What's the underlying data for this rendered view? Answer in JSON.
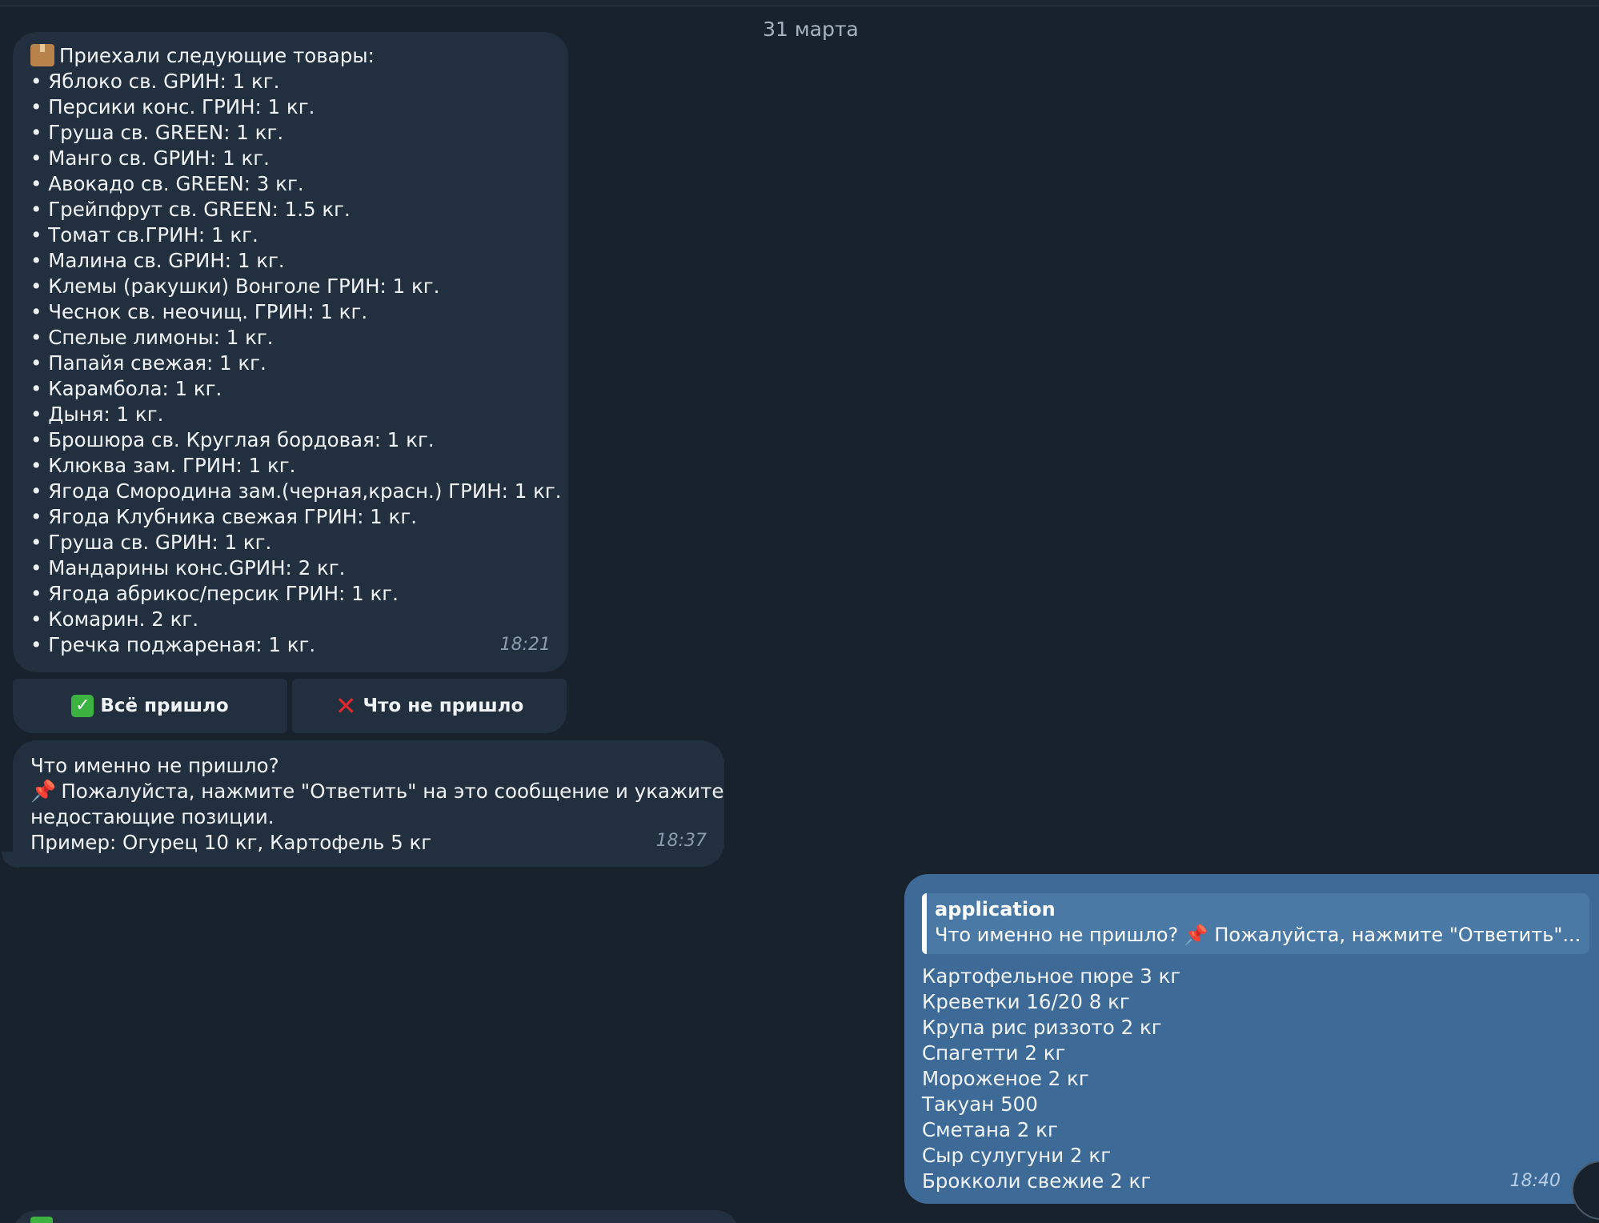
{
  "date_separator": "31 марта",
  "message_1": {
    "header": "Приехали следующие товары:",
    "header_icon": "package-icon",
    "items": [
      "• Яблоко св. GРИН: 1 кг.",
      "• Персики конс. ГРИН: 1 кг.",
      "• Груша св. GREEN: 1 кг.",
      "• Манго св. GРИН: 1 кг.",
      "• Авокадо св. GREEN: 3 кг.",
      "• Грейпфрут св. GREEN: 1.5 кг.",
      "• Томат св.ГРИН: 1 кг.",
      "• Малина св. GРИН: 1 кг.",
      "• Клемы (ракушки) Вонголе ГРИН: 1 кг.",
      "• Чеснок св. неочищ. ГРИН: 1 кг.",
      "• Спелые лимоны: 1 кг.",
      "• Папайя свежая: 1 кг.",
      "• Карамбола: 1 кг.",
      "• Дыня: 1 кг.",
      "• Брошюра св. Круглая бордовая: 1 кг.",
      "• Клюква зам. ГРИН: 1 кг.",
      "• Ягода Смородина зам.(черная,красн.) ГРИН: 1 кг.",
      "• Ягода Клубника свежая ГРИН: 1 кг.",
      "• Груша св. GРИН: 1 кг.",
      "• Мандарины конс.GРИН: 2 кг.",
      "• Ягода абрикос/персик ГРИН: 1 кг.",
      "• Комарин. 2 кг.",
      "• Гречка поджареная: 1 кг."
    ],
    "time": "18:21"
  },
  "keyboard": {
    "all_arrived": "Всё пришло",
    "not_arrived": "Что не пришло"
  },
  "message_2": {
    "line_1": "Что именно не пришло?",
    "line_2": "Пожалуйста, нажмите \"Ответить\" на это сообщение и укажите",
    "line_3": "недостающие позиции.",
    "line_4": "Пример: Огурец 10 кг, Картофель 5 кг",
    "time": "18:37"
  },
  "message_3": {
    "reply_name": "application",
    "reply_text": "Что именно не пришло? 📌 Пожалуйста, нажмите \"Ответить\"...",
    "items": [
      "Картофельное пюре 3 кг",
      "Креветки 16/20 8 кг",
      "Крупа рис риззото 2 кг",
      "Спагетти 2 кг",
      "Мороженое 2 кг",
      "Такуан 500",
      "Сметана 2 кг",
      "Сыр сулугуни 2 кг",
      "Брокколи свежие 2 кг"
    ],
    "time": "18:40"
  },
  "colors": {
    "background": "#18222d",
    "incoming_bubble": "#222f3e",
    "outgoing_bubble": "#3e6a97"
  }
}
